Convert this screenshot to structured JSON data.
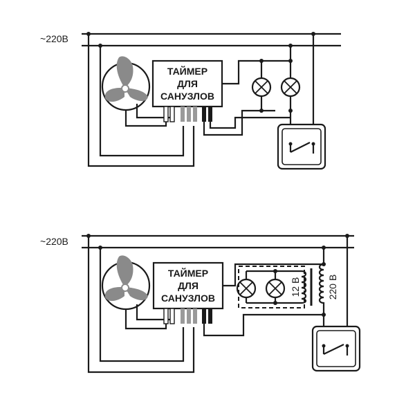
{
  "supply_label": "220В",
  "timer_label": [
    "ТАЙМЕР",
    "ДЛЯ",
    "САНУЗЛОВ"
  ],
  "secondary_voltage_label": "12 В",
  "primary_voltage_label": "220 В",
  "colors": {
    "line": "#1a1a1a",
    "fan": "#8a8a8a",
    "background": "#ffffff"
  }
}
